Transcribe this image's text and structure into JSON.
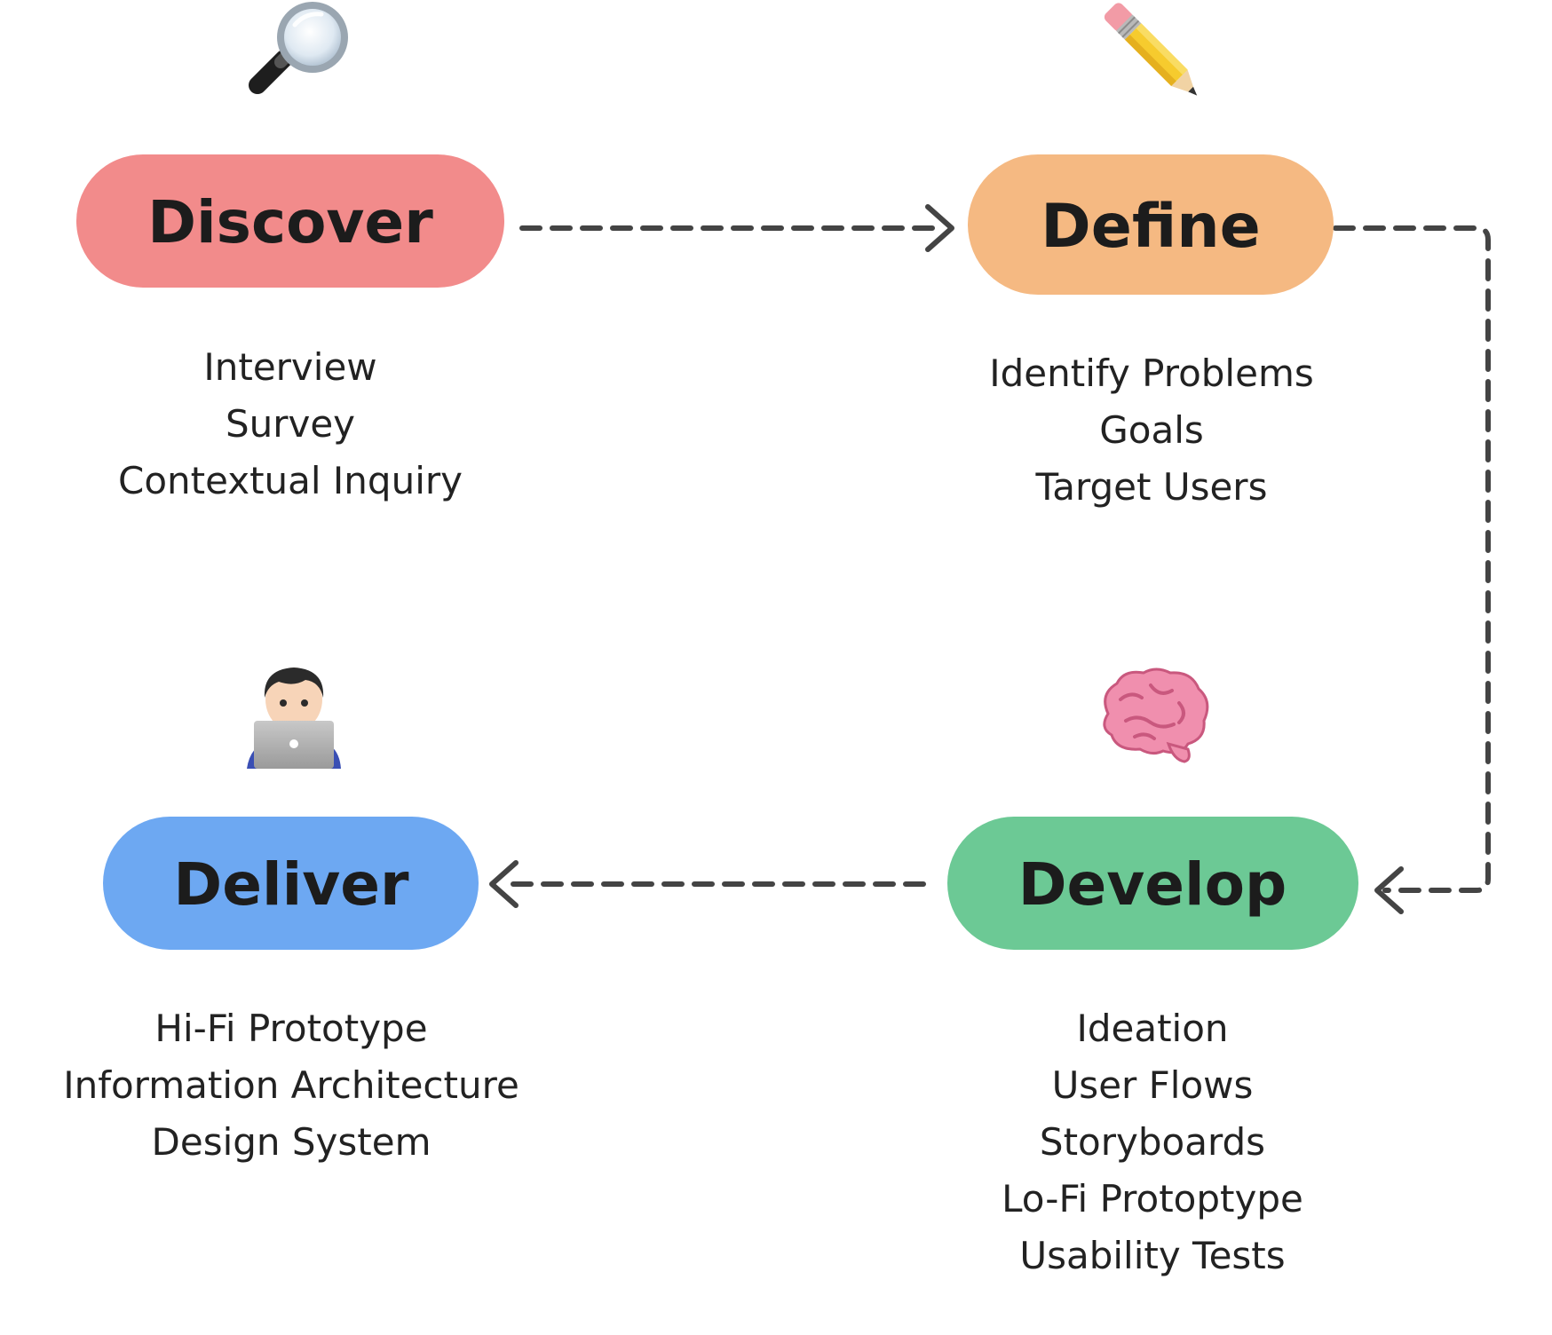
{
  "phases": {
    "discover": {
      "label": "Discover",
      "color": "#f28b8b",
      "icon": "magnifying-glass-icon",
      "activities": [
        "Interview",
        "Survey",
        "Contextual Inquiry"
      ]
    },
    "define": {
      "label": "Define",
      "color": "#f5b982",
      "icon": "pencil-icon",
      "activities": [
        "Identify Problems",
        "Goals",
        "Target Users"
      ]
    },
    "develop": {
      "label": "Develop",
      "color": "#6cc995",
      "icon": "brain-icon",
      "activities": [
        "Ideation",
        "User Flows",
        "Storyboards",
        "Lo-Fi Protoptype",
        "Usability Tests"
      ]
    },
    "deliver": {
      "label": "Deliver",
      "color": "#6da8f2",
      "icon": "person-with-laptop-icon",
      "activities": [
        "Hi-Fi Prototype",
        "Information Architecture",
        "Design System"
      ]
    }
  },
  "connector_color": "#444444"
}
